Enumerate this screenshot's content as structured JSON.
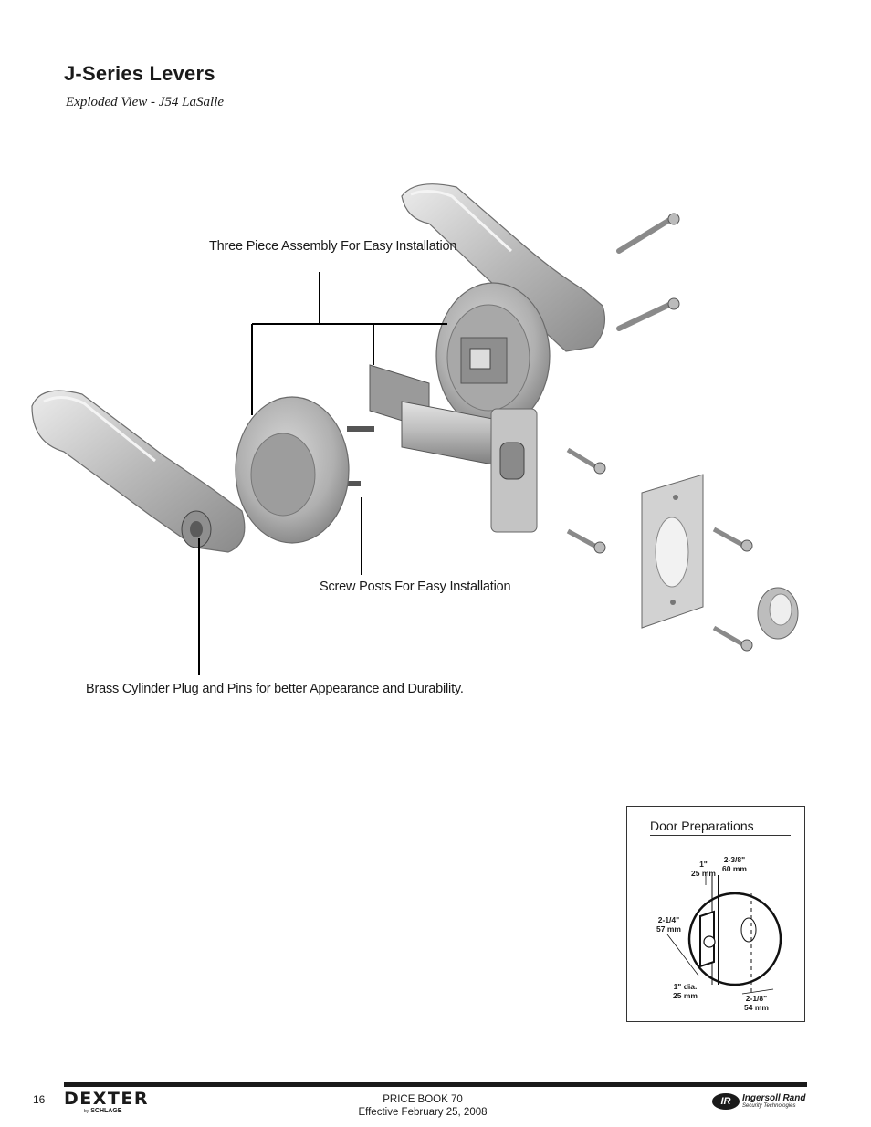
{
  "header": {
    "title": "J-Series Levers",
    "subtitle": "Exploded View - J54 LaSalle"
  },
  "callouts": {
    "assembly": "Three Piece Assembly For Easy Installation",
    "screw_posts": "Screw Posts For Easy Installation",
    "cylinder": "Brass Cylinder Plug and Pins for better Appearance and Durability."
  },
  "door_prep": {
    "title": "Door Preparations",
    "dims": {
      "backset": "1\"\n25 mm",
      "door_edge": "2-3/8\"\n60 mm",
      "bore": "2-1/4\"\n57 mm",
      "latch_hole": "1\" dia.\n25 mm",
      "bore_dia": "2-1/8\"\n54 mm"
    }
  },
  "footer": {
    "page_number": "16",
    "brand": "DEXTER",
    "brand_by": "by",
    "brand_sub": "SCHLAGE",
    "book_line1": "PRICE BOOK 70",
    "book_line2": "Effective February 25, 2008",
    "ir_badge": "IR",
    "ir_name": "Ingersoll Rand",
    "ir_sub": "Security Technologies"
  }
}
